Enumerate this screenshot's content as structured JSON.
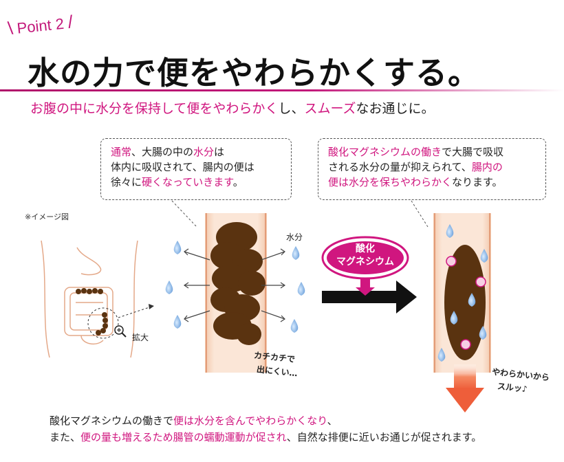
{
  "point": {
    "label": "Point 2"
  },
  "headline": "水の力で便をやわらかくする。",
  "subline": {
    "p1": "お腹の中に水分を保持して便をやわらかく",
    "p2": "し、",
    "p3": "スムーズ",
    "p4": "なお通じに。"
  },
  "bubble_left": {
    "a": "通常",
    "b": "、大腸の中の",
    "c": "水分",
    "d": "は",
    "line2": "体内に吸収されて、腸内の便は",
    "e": "徐々に",
    "f": "硬くなっていきます",
    "g": "。"
  },
  "bubble_right": {
    "a": "酸化マグネシウムの働き",
    "b": "で大腸で吸収",
    "line2a": "される水分の量が抑えられて、",
    "line2b": "腸内の",
    "c": "便は水分を保ちやわらかく",
    "d": "なります。"
  },
  "note": "※イメージ図",
  "zoom_label": "拡大",
  "water_label": "水分",
  "badge": {
    "line1": "酸化",
    "line2": "マグネシウム"
  },
  "hard_caption": {
    "line1": "カチカチで",
    "line2": "出にくい…"
  },
  "soft_caption": {
    "line1": "やわらかいから",
    "line2": "スルッ♪"
  },
  "bottom": {
    "line1a": "酸化マグネシウムの働きで",
    "line1b": "便は水分を含んでやわらかくなり",
    "line1c": "、",
    "line2a": "また、",
    "line2b": "便の量も増えるため腸管の蠕動運動が促され",
    "line2c": "、自然な排便に近いお通じが促されます。"
  },
  "colors": {
    "accent": "#c2187a",
    "stool": "#5a3310",
    "intestine": "#f6d8c2",
    "water": "#6aa0d8",
    "arrow_down": "#f06f4a"
  }
}
